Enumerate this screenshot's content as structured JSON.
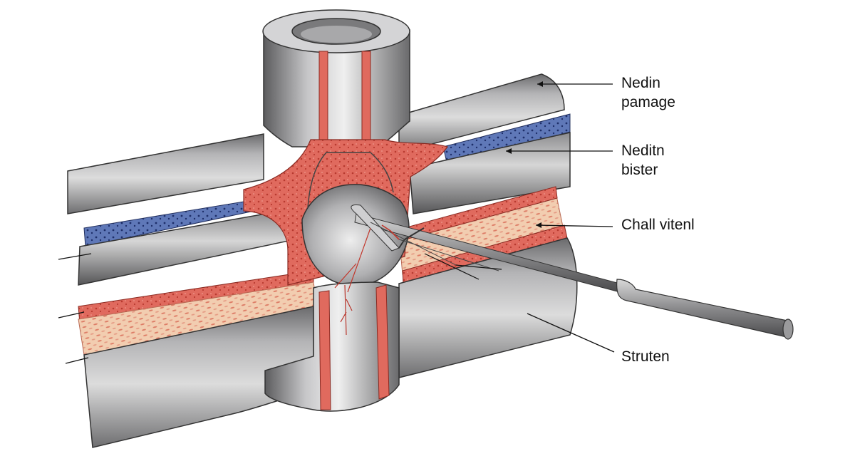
{
  "labels": {
    "l1": {
      "line1": "Nedin",
      "line2": "pamage"
    },
    "l2": {
      "line1": "Neditn",
      "line2": "bister"
    },
    "l3": {
      "line1": "Chall vitenl"
    },
    "l4": {
      "line1": "Struten"
    }
  },
  "colors": {
    "pipe_dark": "#5a5a5c",
    "pipe_mid": "#9a9a9c",
    "pipe_light": "#e2e2e2",
    "red_tissue": "#e06a5e",
    "red_dot": "#b83a30",
    "blue_layer": "#5f78b8",
    "blue_dot": "#1e2f6a",
    "beige_layer": "#f2cdb0",
    "line": "#111111"
  },
  "icons": [
    "probe-instrument-icon"
  ]
}
